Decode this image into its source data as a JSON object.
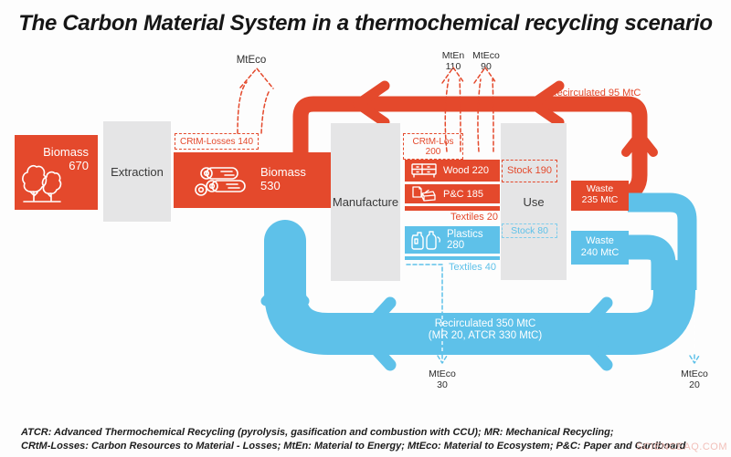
{
  "title": "The Carbon Material System in a thermochemical recycling scenario",
  "colors": {
    "red": "#e4492c",
    "blue": "#5ec1e9",
    "gray": "#e5e5e6"
  },
  "diagram": {
    "boxes": {
      "biomass_source": {
        "label": "Biomass",
        "value": "670"
      },
      "extraction": {
        "label": "Extraction"
      },
      "biomass_extracted": {
        "label": "Biomass",
        "value": "530"
      },
      "manufacture": {
        "label": "Manufacture"
      },
      "use": {
        "label": "Use"
      },
      "wood": {
        "label": "Wood 220"
      },
      "pc": {
        "label": "P&C 185"
      },
      "textiles_red": {
        "label": "Textiles 20"
      },
      "plastics": {
        "label": "Plastics 280"
      },
      "textiles_blue": {
        "label": "Textiles 40"
      },
      "stock_red": {
        "label": "Stock 190"
      },
      "stock_blue": {
        "label": "Stock 80"
      },
      "waste_red": {
        "label": "Waste",
        "value": "235 MtC"
      },
      "waste_blue": {
        "label": "Waste",
        "value": "240 MtC"
      }
    },
    "flow_labels": {
      "crtm_losses_extraction": "CRtM-Losses 140",
      "crtm_losses_manufacture_l1": "CRtM-Los",
      "crtm_losses_manufacture_l2": "200",
      "mteco_extraction": "MtEco",
      "mten_l1": "MtEn",
      "mten_l2": "110",
      "mteco_manufacture_l1": "MtEco",
      "mteco_manufacture_l2": "90",
      "recirculated_red": "Recirculated 95 MtC",
      "recirculated_blue_l1": "Recirculated 350 MtC",
      "recirculated_blue_l2": "(MR 20, ATCR 330 MtC)",
      "mteco_bottom_l1": "MtEco",
      "mteco_bottom_l2": "30",
      "mteco_right_l1": "MtEco",
      "mteco_right_l2": "20"
    }
  },
  "footnote": {
    "line1": "ATCR: Advanced Thermochemical Recycling (pyrolysis, gasification and combustion with CCU); MR: Mechanical Recycling;",
    "line2": "CRtM-Losses: Carbon Resources to Material - Losses; MtEn: Material to Energy; MtEco: Material to Ecosystem; P&C: Paper and Cardboard"
  },
  "watermark": "SCIENCEAQ.COM"
}
